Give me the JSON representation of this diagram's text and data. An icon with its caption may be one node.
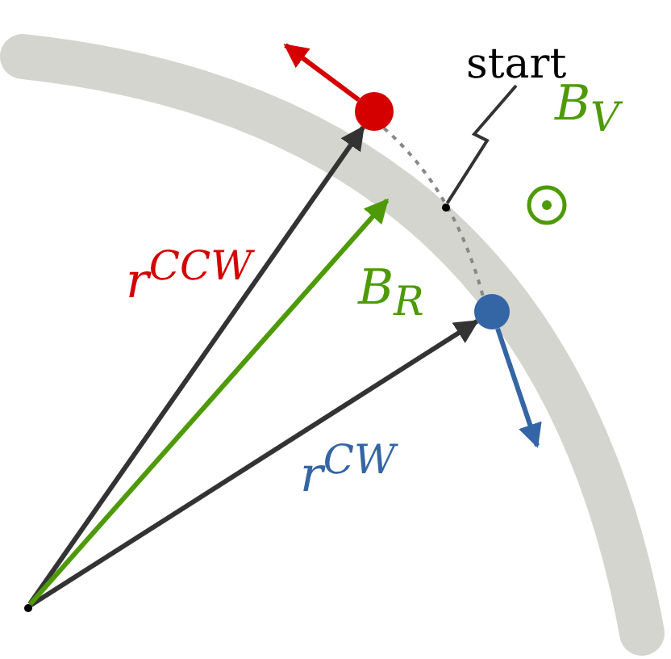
{
  "diagram": {
    "nodes": [
      {
        "text": [
          "start"
        ]
      },
      {
        "text": [],
        "shape": "circle"
      },
      {
        "text": [],
        "shape": "circle"
      },
      {
        "text": [],
        "shape": "circle"
      },
      {
        "text": [],
        "shape": "circle"
      }
    ],
    "edges": [
      {
        "from": 4,
        "to": 1,
        "arrow": "to",
        "label": "r$^{CCW}$"
      },
      {
        "from": 4,
        "to": 3,
        "arrow": "to",
        "label": "r$^{CW}$"
      },
      {
        "from": 4,
        "to": null,
        "arrow": "to",
        "label": "B$_{R}$",
        "color": "#4e9a06"
      },
      {
        "from": 1,
        "to": null,
        "arrow": "to",
        "color": "#d40000"
      },
      {
        "from": 3,
        "to": null,
        "arrow": "to",
        "color": "#3465a4"
      },
      {
        "from": 1,
        "to": 3,
        "arrow": "none",
        "style": "dashed",
        "color": "#888888"
      },
      {
        "from": 0,
        "to": 2,
        "arrow": "none"
      }
    ],
    "labels": [
      "B$_{V}$"
    ]
  }
}
